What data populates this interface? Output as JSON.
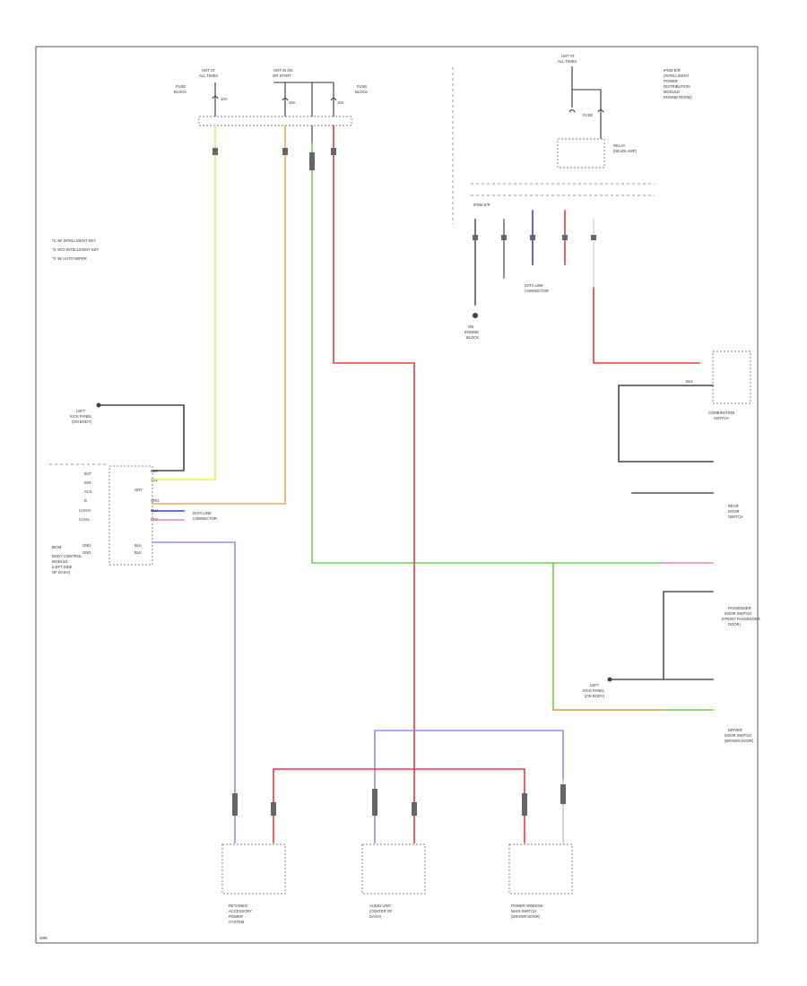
{
  "colors": {
    "yellow": "#f2e85a",
    "orange": "#f2a64e",
    "green": "#6ccf4f",
    "red": "#e8393d",
    "blue": "#3a3af0",
    "lightblue": "#8d8ef2",
    "pink": "#e88aa6",
    "gray": "#9a9a9a",
    "black": "#333333"
  },
  "labels": {
    "hot_at_1": "HOT AT",
    "hot_at_1b": "ALL TIMES",
    "hot_acc": "HOT IN ON",
    "hot_acc_b": "OR START",
    "fuse_block_1": "FUSE",
    "fuse_block_1b": "BLOCK",
    "fuse_block_2": "FUSE",
    "fuse_block_2b": "BLOCK",
    "fuse_10a_a": "10A",
    "fuse_10a_b": "10A",
    "fuse_10a_c": "10A",
    "fuse_right": "FUSE",
    "hot_at_2": "HOT AT",
    "hot_at_2b": "ALL TIMES",
    "ipdm": "IPDM E/R",
    "ipdm_b": "(INTELLIGENT",
    "ipdm_c": "POWER",
    "ipdm_d": "DISTRIBUTION",
    "ipdm_e": "MODULE",
    "ipdm_f": "ENGINE ROOM)",
    "relay": "RELAY",
    "relay_b": "(HEADLAMP)",
    "legend_1": "*1: W/ INTELLIGENT KEY",
    "legend_2": "*2: W/O INTELLIGENT KEY",
    "legend_3": "*3: W/ AUTO WIPER",
    "ground_left": "LEFT",
    "ground_left_b": "KICK PANEL",
    "ground_left_c": "(ON BODY)",
    "bcm_pins": [
      "BAT",
      "IGN",
      "ACC",
      "B",
      "CAN-H",
      "CAN-L",
      "GND",
      "GND"
    ],
    "bcm_wire_colors": [
      "BLK",
      "YEL",
      "GRY",
      "ORG",
      "BLU",
      "PNK",
      "BLK",
      "BLK"
    ],
    "data_link": "DATA LINK",
    "data_link_b": "CONNECTOR",
    "bcm_1": "BCM",
    "bcm_2": "BODY CONTROL",
    "bcm_3": "MODULE",
    "bcm_4": "(LEFT SIDE",
    "bcm_5": "OF DASH)",
    "ground_top": "ON",
    "ground_top_b": "ENGINE",
    "ground_top_c": "BLOCK",
    "data_link_2": "DATA LINK",
    "data_link_2b": "CONNECTOR",
    "combi_1": "COMBINATION",
    "switch_1": "SWITCH",
    "rear_door_1": "REAR",
    "rear_door_2": "DOOR",
    "rear_door_3": "SWITCH",
    "passenger_1": "PASSENGER",
    "passenger_2": "DOOR SWITCH",
    "passenger_3": "(FRONT PASSENGER",
    "passenger_4": "DOOR)",
    "gnd_right": "LEFT",
    "gnd_right_b": "KICK PANEL",
    "gnd_right_c": "(ON BODY)",
    "driver_1": "DRIVER",
    "driver_2": "DOOR SWITCH",
    "driver_3": "(DRIVER DOOR)",
    "mod1_1": "RETAINED",
    "mod1_2": "ACCESSORY",
    "mod1_3": "POWER",
    "mod1_4": "SYSTEM",
    "mod2_1": "AUDIO UNIT",
    "mod2_2": "(CENTER OF",
    "mod2_3": "DASH)",
    "mod3_1": "POWER WINDOW",
    "mod3_2": "MAIN SWITCH",
    "mod3_3": "(DRIVER DOOR)",
    "bottom_code": "W99"
  }
}
